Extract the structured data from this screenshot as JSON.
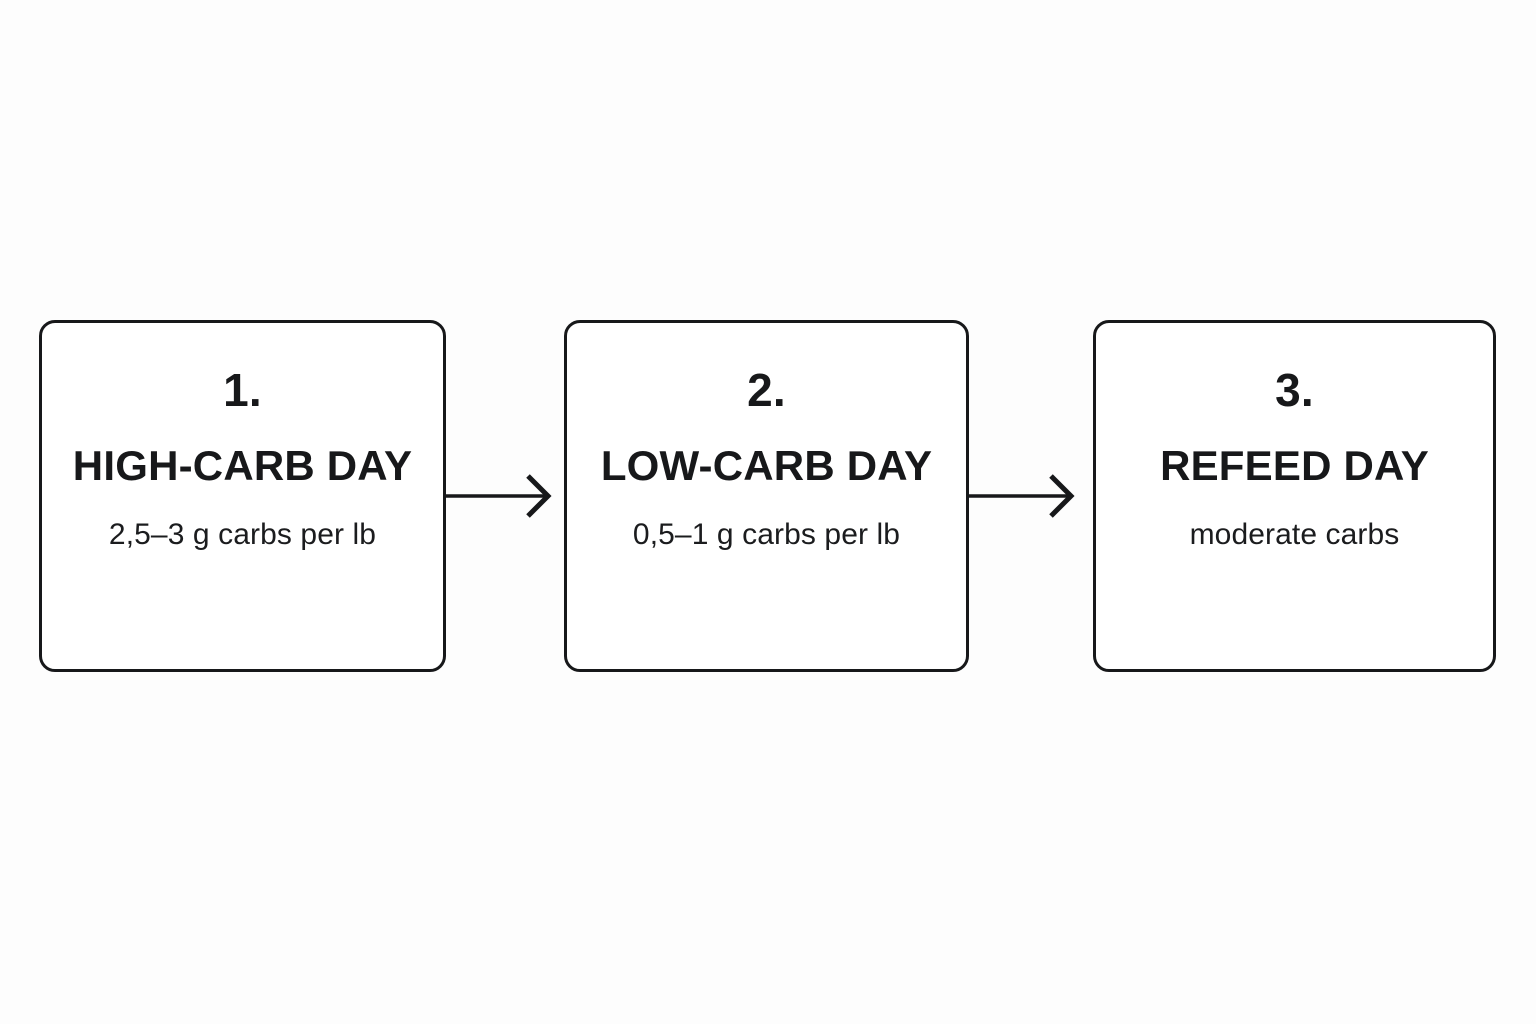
{
  "canvas": {
    "background_color": "#fdfdfd",
    "line_color": "#17181a",
    "text_color": "#17181a"
  },
  "diagram": {
    "type": "linear-flow",
    "orientation": "horizontal",
    "steps": [
      {
        "number": "1.",
        "title": "HIGH-CARB DAY",
        "subtitle": "2,5–3 g carbs per lb"
      },
      {
        "number": "2.",
        "title": "LOW-CARB DAY",
        "subtitle": "0,5–1 g carbs per lb"
      },
      {
        "number": "3.",
        "title": "REFEED DAY",
        "subtitle": "moderate carbs"
      }
    ],
    "connectors": [
      {
        "from": "1.",
        "to": "2.",
        "icon": "arrow-right-icon"
      },
      {
        "from": "2.",
        "to": "3.",
        "icon": "arrow-right-icon"
      }
    ]
  }
}
